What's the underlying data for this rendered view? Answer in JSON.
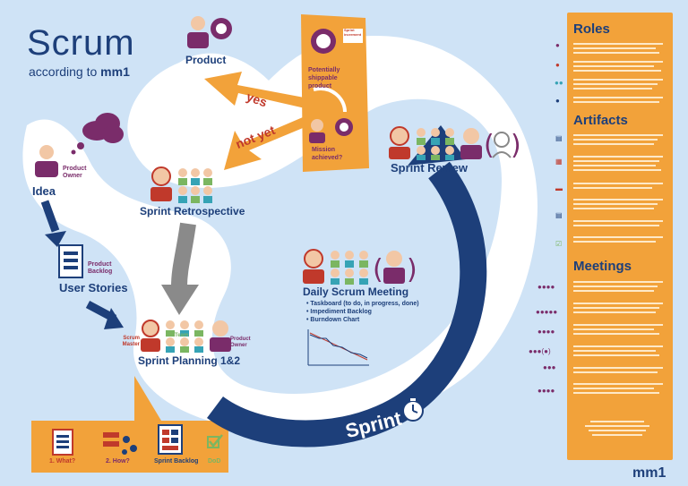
{
  "header": {
    "title": "Scrum",
    "subtitle_prefix": "according to",
    "brand": "mm1"
  },
  "nodes": {
    "product": "Product",
    "increment_line1": "Potentially",
    "increment_line2": "shippable",
    "increment_line3": "product",
    "sprint_increment_tag": "Sprint increment",
    "mission_line1": "Mission",
    "mission_line2": "achieved?",
    "yes": "yes",
    "not_yet": "not yet",
    "idea": "Idea",
    "product_owner_line1": "Product",
    "product_owner_line2": "Owner",
    "user_stories": "User Stories",
    "product_backlog_line1": "Product",
    "product_backlog_line2": "Backlog",
    "sprint_retrospective": "Sprint Retrospective",
    "sprint_review": "Sprint Review",
    "daily_scrum": "Daily Scrum Meeting",
    "daily_bullets": [
      "Taskboard (to do, in progress, done)",
      "Impediment Backlog",
      "Burndown Chart"
    ],
    "scrum_master_line1": "Scrum",
    "scrum_master_line2": "Master",
    "team": "Team",
    "sprint_planning": "Sprint Planning 1&2",
    "sprint": "Sprint"
  },
  "planning_box": {
    "what": "1. What?",
    "how": "2. How?",
    "sprint_backlog": "Sprint Backlog",
    "dod": "DoD"
  },
  "sidebar": {
    "roles_title": "Roles",
    "artifacts_title": "Artifacts",
    "meetings_title": "Meetings"
  },
  "footer": {
    "brand": "mm1"
  },
  "colors": {
    "navy": "#1d3f7a",
    "orange": "#f2a23a",
    "purple": "#7a2c6a",
    "red": "#c0392b",
    "green": "#7bb661",
    "teal": "#36a3b5",
    "background": "#cfe3f6"
  }
}
